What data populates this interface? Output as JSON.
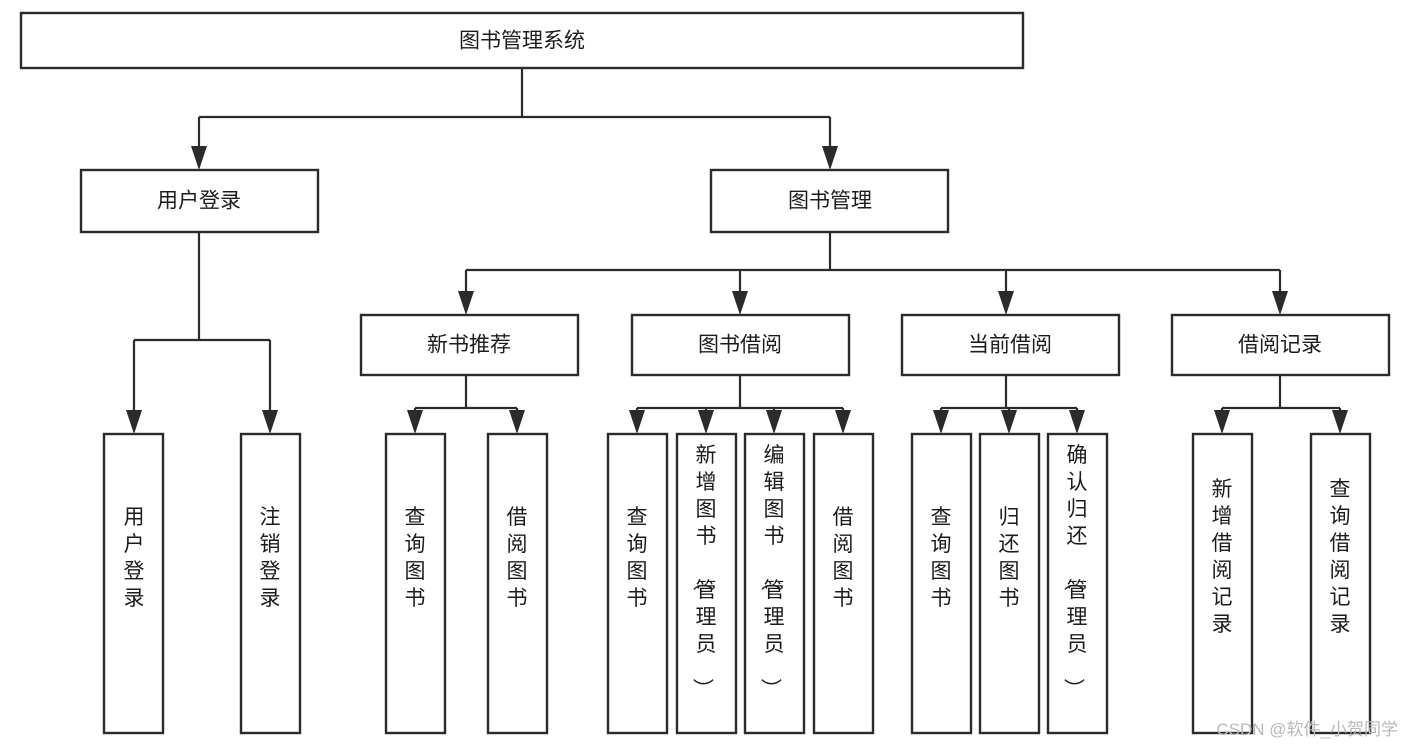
{
  "diagram": {
    "title": "图书管理系统",
    "type": "tree-hierarchy-diagram",
    "root": {
      "id": "root",
      "label": "图书管理系统"
    },
    "level2": [
      {
        "id": "user-login",
        "label": "用户登录"
      },
      {
        "id": "book-manage",
        "label": "图书管理"
      }
    ],
    "level3": [
      {
        "id": "new-book-recommend",
        "label": "新书推荐",
        "parent": "book-manage"
      },
      {
        "id": "book-borrow",
        "label": "图书借阅",
        "parent": "book-manage"
      },
      {
        "id": "current-borrow",
        "label": "当前借阅",
        "parent": "book-manage"
      },
      {
        "id": "borrow-record",
        "label": "借阅记录",
        "parent": "book-manage"
      }
    ],
    "leaves": [
      {
        "id": "leaf-user-login",
        "label": "用户登录",
        "parent": "user-login"
      },
      {
        "id": "leaf-user-logout",
        "label": "注销登录",
        "parent": "user-login"
      },
      {
        "id": "leaf-query-book-1",
        "label": "查询图书",
        "parent": "new-book-recommend"
      },
      {
        "id": "leaf-borrow-book-1",
        "label": "借阅图书",
        "parent": "new-book-recommend"
      },
      {
        "id": "leaf-query-book-2",
        "label": "查询图书",
        "parent": "book-borrow"
      },
      {
        "id": "leaf-add-book",
        "label": "新增图书（管理员）",
        "parent": "book-borrow"
      },
      {
        "id": "leaf-edit-book",
        "label": "编辑图书（管理员）",
        "parent": "book-borrow"
      },
      {
        "id": "leaf-borrow-book-2",
        "label": "借阅图书",
        "parent": "book-borrow"
      },
      {
        "id": "leaf-query-book-3",
        "label": "查询图书",
        "parent": "current-borrow"
      },
      {
        "id": "leaf-return-book",
        "label": "归还图书",
        "parent": "current-borrow"
      },
      {
        "id": "leaf-confirm-return",
        "label": "确认归还（管理员）",
        "parent": "current-borrow"
      },
      {
        "id": "leaf-add-record",
        "label": "新增借阅记录",
        "parent": "borrow-record"
      },
      {
        "id": "leaf-query-record",
        "label": "查询借阅记录",
        "parent": "borrow-record"
      }
    ],
    "colors": {
      "stroke": "#2b2b2b",
      "fill": "#ffffff",
      "text": "#1c1c1c",
      "watermark": "#b9b9b9"
    }
  },
  "watermark": {
    "text": "CSDN @软件_小贺同学"
  }
}
